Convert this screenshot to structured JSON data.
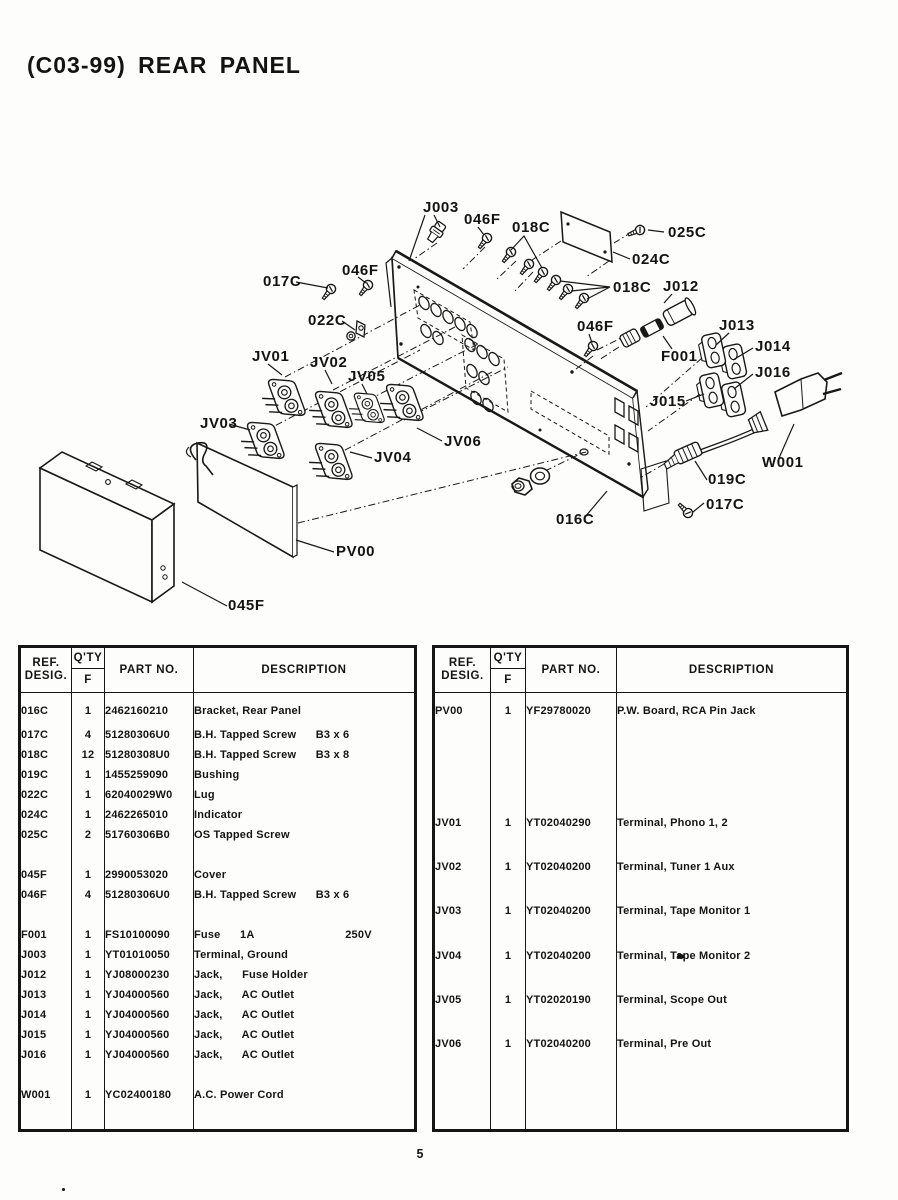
{
  "title": "(C03-99) REAR PANEL",
  "page_number": "5",
  "diagram": {
    "labels": [
      {
        "text": "J003"
      },
      {
        "text": "046F"
      },
      {
        "text": "018C"
      },
      {
        "text": "025C"
      },
      {
        "text": "024C"
      },
      {
        "text": "017C"
      },
      {
        "text": "046F"
      },
      {
        "text": "022C"
      },
      {
        "text": "018C"
      },
      {
        "text": "J012"
      },
      {
        "text": "046F"
      },
      {
        "text": "J013"
      },
      {
        "text": "F001"
      },
      {
        "text": "J014"
      },
      {
        "text": "J016"
      },
      {
        "text": "J015"
      },
      {
        "text": "JV01"
      },
      {
        "text": "JV02"
      },
      {
        "text": "JV05"
      },
      {
        "text": "JV03"
      },
      {
        "text": "JV06"
      },
      {
        "text": "JV04"
      },
      {
        "text": "W001"
      },
      {
        "text": "019C"
      },
      {
        "text": "017C"
      },
      {
        "text": "016C"
      },
      {
        "text": "PV00"
      },
      {
        "text": "045F"
      }
    ]
  },
  "tables": [
    {
      "headers": {
        "ref_line1": "REF.",
        "ref_line2": "DESIG.",
        "qty": "Q'TY",
        "qty_sub": "F",
        "part": "PART NO.",
        "desc": "DESCRIPTION"
      },
      "rows": [
        [
          "016C",
          "1",
          "2462160210",
          "Bracket, Rear Panel"
        ],
        [
          "017C",
          "4",
          "51280306U0",
          "B.H. Tapped Screw      B3 x 6"
        ],
        [
          "018C",
          "12",
          "51280308U0",
          "B.H. Tapped Screw      B3 x 8"
        ],
        [
          "019C",
          "1",
          "1455259090",
          "Bushing"
        ],
        [
          "022C",
          "1",
          "62040029W0",
          "Lug"
        ],
        [
          "024C",
          "1",
          "2462265010",
          "Indicator"
        ],
        [
          "025C",
          "2",
          "51760306B0",
          "OS Tapped Screw"
        ],
        [
          "",
          "",
          "",
          ""
        ],
        [
          "045F",
          "1",
          "2990053020",
          "Cover"
        ],
        [
          "046F",
          "4",
          "51280306U0",
          "B.H. Tapped Screw      B3 x 6"
        ],
        [
          "",
          "",
          "",
          ""
        ],
        [
          "F001",
          "1",
          "FS10100090",
          "Fuse      1A                            250V"
        ],
        [
          "J003",
          "1",
          "YT01010050",
          "Terminal, Ground"
        ],
        [
          "J012",
          "1",
          "YJ08000230",
          "Jack,      Fuse Holder"
        ],
        [
          "J013",
          "1",
          "YJ04000560",
          "Jack,      AC Outlet"
        ],
        [
          "J014",
          "1",
          "YJ04000560",
          "Jack,      AC Outlet"
        ],
        [
          "J015",
          "1",
          "YJ04000560",
          "Jack,      AC Outlet"
        ],
        [
          "J016",
          "1",
          "YJ04000560",
          "Jack,      AC Outlet"
        ],
        [
          "",
          "",
          "",
          ""
        ],
        [
          "W001",
          "1",
          "YC02400180",
          "A.C. Power Cord"
        ]
      ]
    },
    {
      "headers": {
        "ref_line1": "REF.",
        "ref_line2": "DESIG.",
        "qty": "Q'TY",
        "qty_sub": "F",
        "part": "PART NO.",
        "desc": "DESCRIPTION"
      },
      "rows": [
        [
          "PV00",
          "1",
          "YF29780020",
          "P.W. Board, RCA Pin Jack"
        ],
        [
          "",
          "",
          "",
          ""
        ],
        [
          "JV01",
          "1",
          "YT02040290",
          "Terminal, Phono 1, 2"
        ],
        [
          "JV02",
          "1",
          "YT02040200",
          "Terminal, Tuner 1 Aux"
        ],
        [
          "JV03",
          "1",
          "YT02040200",
          "Terminal, Tape Monitor 1"
        ],
        [
          "JV04",
          "1",
          "YT02040200",
          "Terminal, Tape Monitor 2"
        ],
        [
          "JV05",
          "1",
          "YT02020190",
          "Terminal, Scope Out"
        ],
        [
          "JV06",
          "1",
          "YT02040200",
          "Terminal, Pre Out"
        ]
      ]
    }
  ]
}
